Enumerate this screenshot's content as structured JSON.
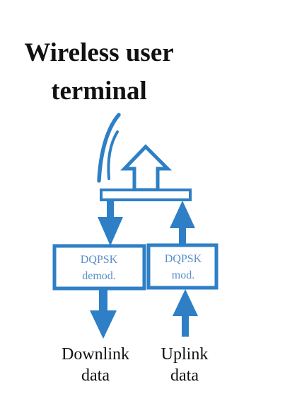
{
  "title": {
    "line1": "Wireless  user",
    "line2": "terminal"
  },
  "blocks": {
    "demod": {
      "line1": "DQPSK",
      "line2": "demod."
    },
    "mod": {
      "line1": "DQPSK",
      "line2": "mod."
    }
  },
  "outputs": {
    "downlink": {
      "line1": "Downlink",
      "line2": "data"
    },
    "uplink": {
      "line1": "Uplink",
      "line2": "data"
    }
  },
  "colors": {
    "accent": "#2e7fc6",
    "block_text": "#5b8ec8",
    "text": "#111111"
  }
}
